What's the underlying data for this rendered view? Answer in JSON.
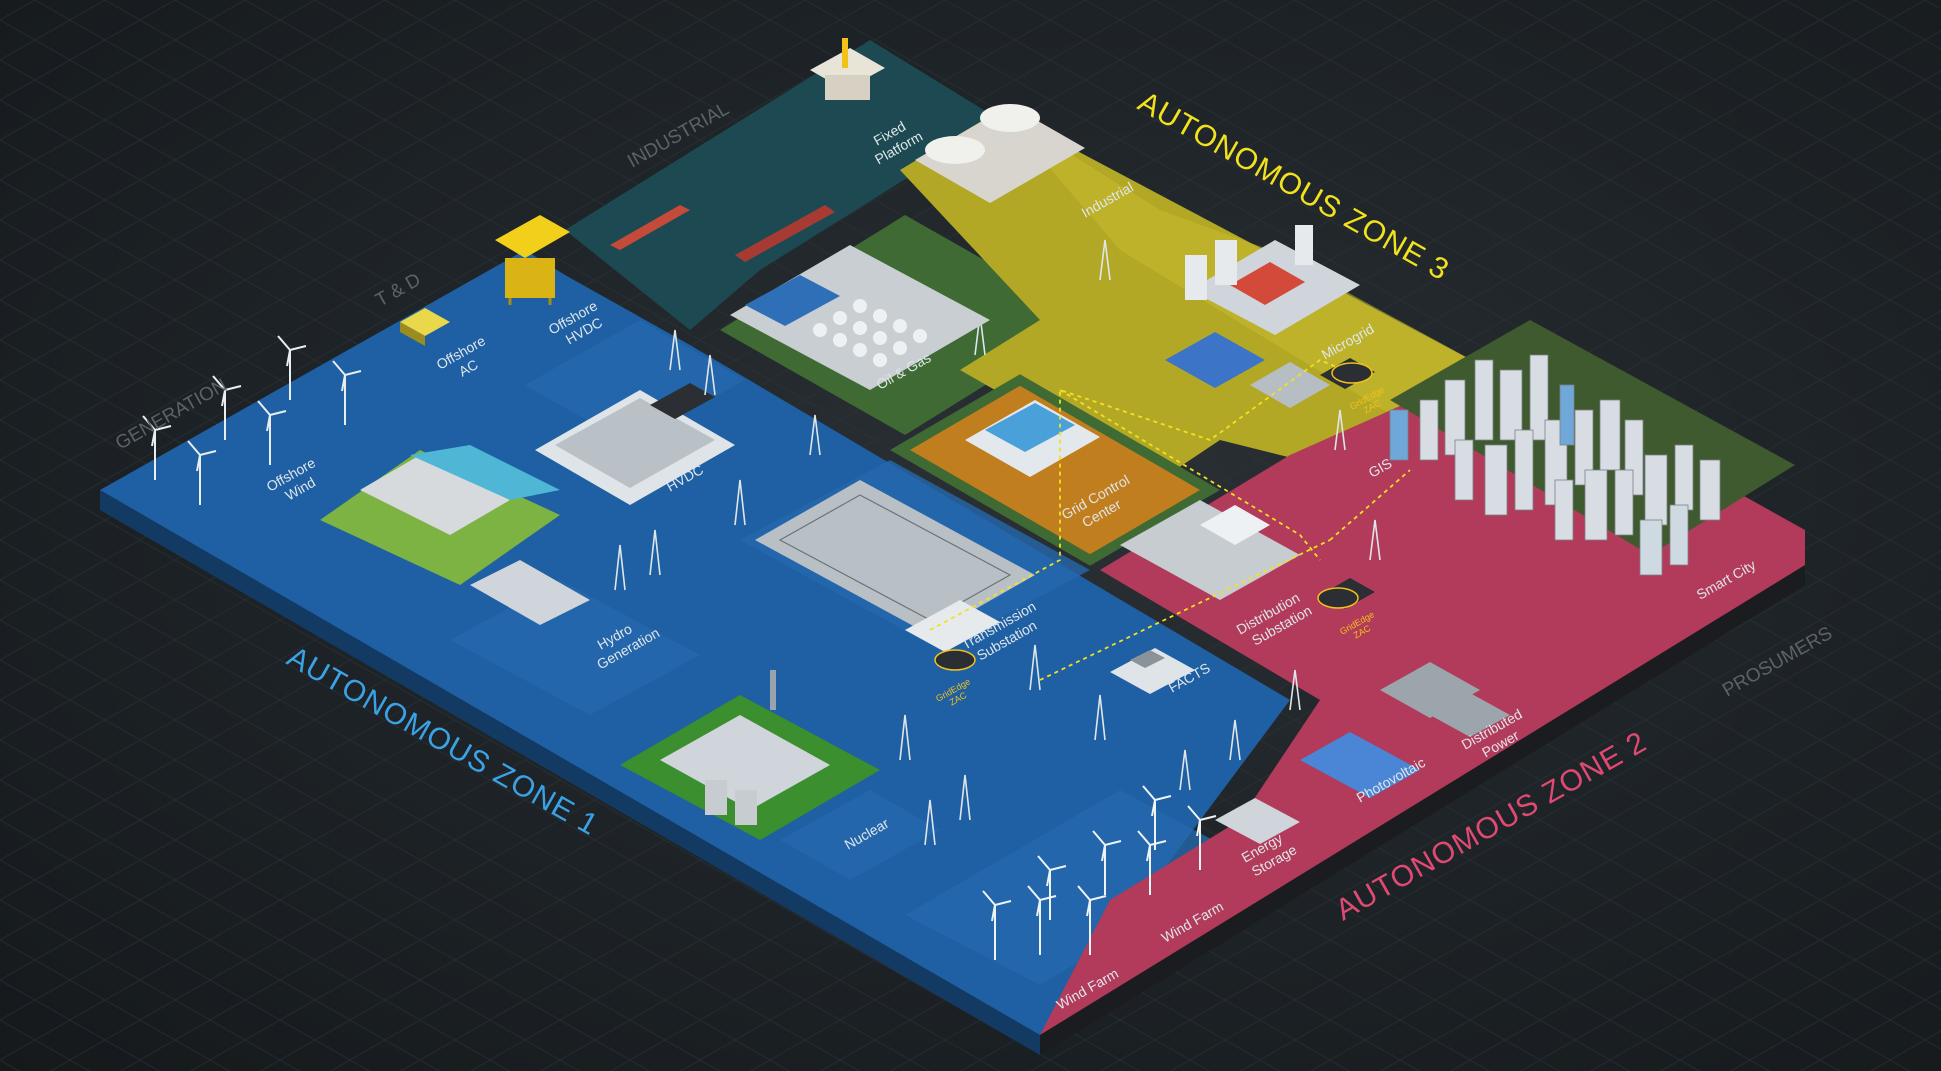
{
  "colors": {
    "zone1": "#1f5fa3",
    "zone1_dark": "#174a82",
    "zone2": "#b23a5a",
    "zone2_dark": "#8e2c48",
    "zone3": "#b3a826",
    "zone3_dark": "#8f8620",
    "industrial_sea": "#1d4a52",
    "oil_gas": "#3f6a34",
    "grid_control": "#c17e1e",
    "zone1_text": "#3aa2e6",
    "zone2_text": "#e04a72",
    "zone3_text": "#f1e21d",
    "category_text": "#5b6368",
    "label_text": "#dfe6ea",
    "zac_text": "#f2c21b",
    "link_line": "#f1e21d"
  },
  "zones": {
    "zone1": "AUTONOMOUS ZONE 1",
    "zone2": "AUTONOMOUS ZONE 2",
    "zone3": "AUTONOMOUS ZONE 3"
  },
  "categories": {
    "generation": "GENERATION",
    "td": "T & D",
    "industrial": "INDUSTRIAL",
    "prosumers": "PROSUMERS"
  },
  "facilities": {
    "offshore_wind": [
      "Offshore",
      "Wind"
    ],
    "offshore_ac": [
      "Offshore",
      "AC"
    ],
    "offshore_hvdc": [
      "Offshore",
      "HVDC"
    ],
    "fixed_platform": [
      "Fixed",
      "Platform"
    ],
    "industrial": "Industrial",
    "oil_gas": "Oil & Gas",
    "hvdc": "HVDC",
    "hydro": [
      "Hydro",
      "Generation"
    ],
    "grid_control": [
      "Grid Control",
      "Center"
    ],
    "microgrid": "Microgrid",
    "gis": "GIS",
    "smart_city": "Smart City",
    "transmission": [
      "Transmission",
      "Substation"
    ],
    "distribution": [
      "Distribution",
      "Substation"
    ],
    "facts": "FACTS",
    "nuclear": "Nuclear",
    "distributed_power": [
      "Distributed",
      "Power"
    ],
    "photovoltaic": "Photovoltaic",
    "energy_storage": [
      "Energy",
      "Storage"
    ],
    "wind_farm_1": "Wind Farm",
    "wind_farm_2": "Wind Farm"
  },
  "zac": [
    "GridEdge",
    "ZAC"
  ]
}
